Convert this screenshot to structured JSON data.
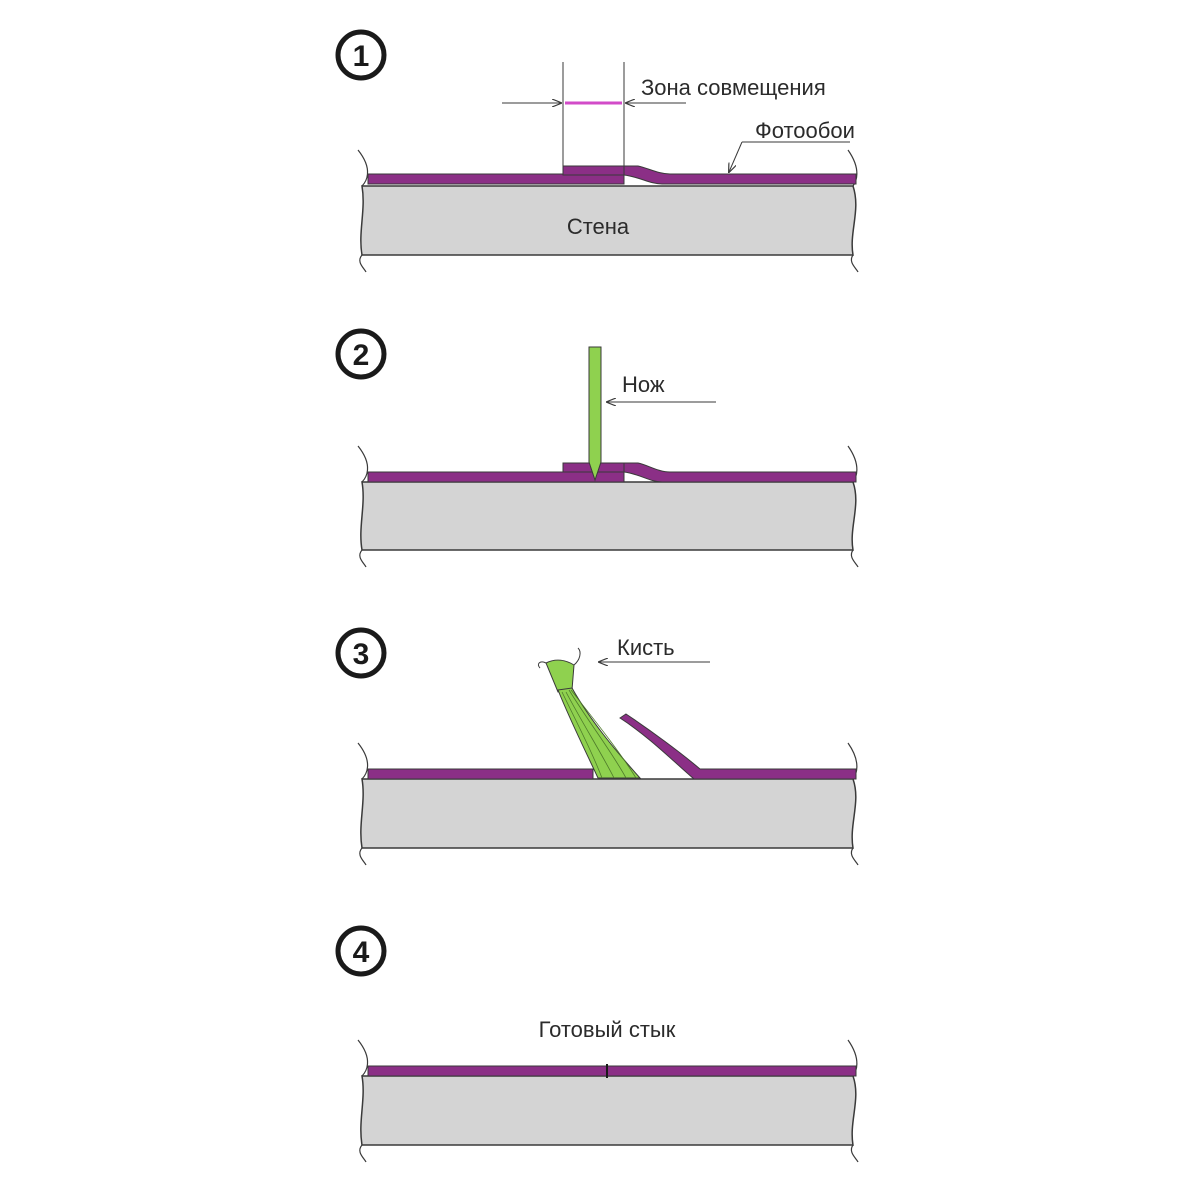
{
  "steps": [
    {
      "number": "1"
    },
    {
      "number": "2"
    },
    {
      "number": "3"
    },
    {
      "number": "4"
    }
  ],
  "labels": {
    "overlap_zone": "Зона совмещения",
    "photo_wallpaper": "Фотообои",
    "wall": "Стена",
    "knife": "Нож",
    "brush": "Кисть",
    "finished_joint": "Готовый стык"
  },
  "colors": {
    "wallpaper": "#8b2f86",
    "wall_fill": "#d4d4d4",
    "outline": "#3a3a3a",
    "tool_green": "#8fd14f",
    "overlap_mark": "#d24bc8"
  }
}
